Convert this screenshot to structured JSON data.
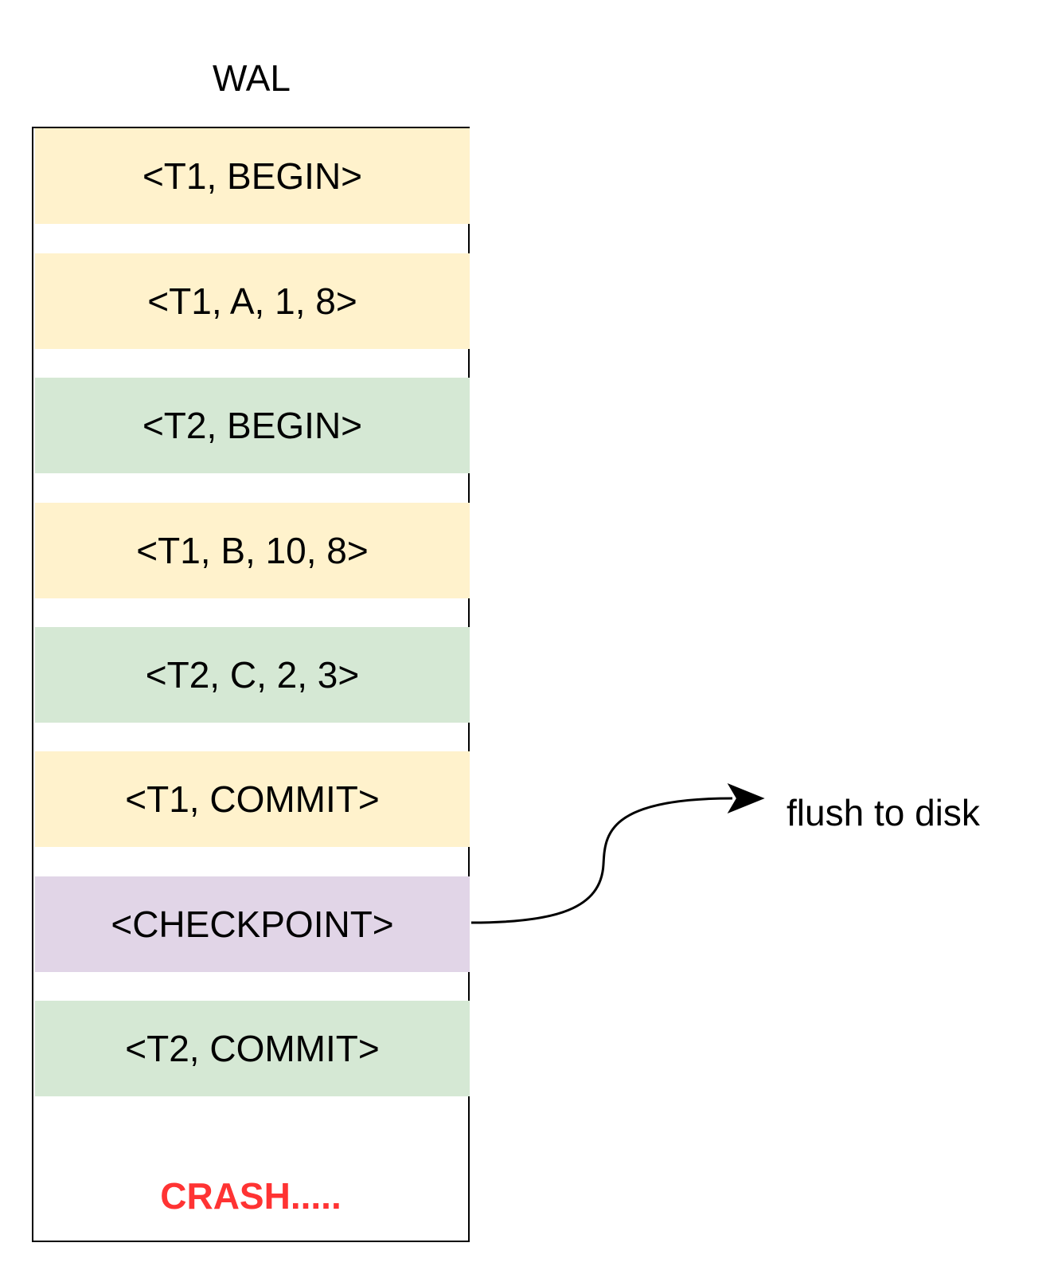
{
  "title": "WAL",
  "colors": {
    "t1": "#fff2cc",
    "t2": "#d5e8d4",
    "checkpoint": "#e1d5e7",
    "crash": "#ff3333"
  },
  "entries": [
    {
      "text": "<T1, BEGIN>",
      "kind": "t1"
    },
    {
      "text": "<T1, A, 1, 8>",
      "kind": "t1"
    },
    {
      "text": "<T2, BEGIN>",
      "kind": "t2"
    },
    {
      "text": "<T1, B, 10, 8>",
      "kind": "t1"
    },
    {
      "text": "<T2, C, 2, 3>",
      "kind": "t2"
    },
    {
      "text": "<T1, COMMIT>",
      "kind": "t1"
    },
    {
      "text": "<CHECKPOINT>",
      "kind": "checkpoint"
    },
    {
      "text": "<T2, COMMIT>",
      "kind": "t2"
    }
  ],
  "crash_label": "CRASH.....",
  "flush_label": "flush to disk"
}
